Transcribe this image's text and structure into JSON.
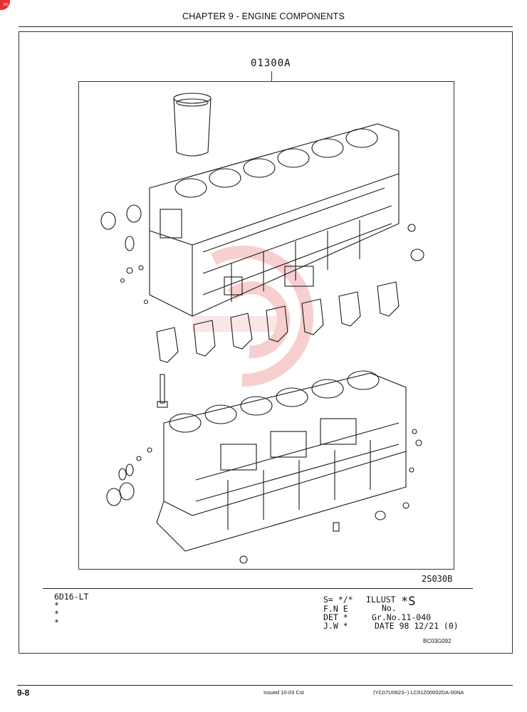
{
  "header": {
    "chapter_title": "CHAPTER 9 - ENGINE COMPONENTS"
  },
  "illustration": {
    "assembly_part_number": "01300A",
    "reference_code": "2S030B"
  },
  "info_block": {
    "model_lines": [
      "6D16-LT",
      "*",
      "*",
      "*"
    ],
    "s_label": "S= */*",
    "fne_label": "F.N E",
    "det_label": "DET *",
    "jw_label": "J.W *",
    "illust_label": "ILLUST",
    "no_label": "No.",
    "illust_no": "*S",
    "group_no": "Gr.No.11-040",
    "date_line": "DATE 98 12/21  (0)",
    "catalog_code": "BC03G092"
  },
  "footer": {
    "page_number": "9-8",
    "issued": "Issued 10-03   Cst",
    "doc_code": "(YC07U0623~)   LC91Z00002DA-00NA"
  },
  "watermark": {
    "color": "#f2b7b7"
  }
}
